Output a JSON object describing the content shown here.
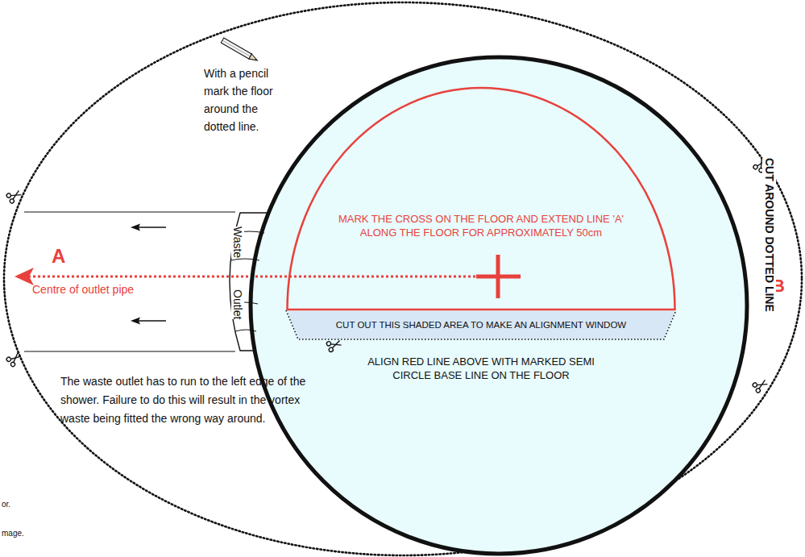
{
  "diagram": {
    "nodes": [
      {
        "text": [
          "ALIGN RED LINE ABOVE WITH MARKED SEMI CIRCLE BASE LINE ON THE FLOOR"
        ]
      },
      {
        "text": [
          "MARK THE CROSS ON THE FLOOR AND EXTEND LINE 'A' ALONG THE FLOOR FOR APPROXIMATELY 50cm"
        ],
        "in": 0
      },
      {
        "text": [
          "CUT OUT THIS SHADED AREA TO MAKE AN ALIGNMENT WINDOW"
        ],
        "in": 0
      },
      {
        "text": [
          "Waste",
          "Outlet"
        ]
      }
    ],
    "labels": [
      "With a pencil mark the floor around the dotted line.",
      "A",
      "Centre of outlet pipe",
      "B",
      "The waste outlet has to run to the left edge of the shower. Failure to do this will result in the vortex waste being fitted the wrong way around.",
      "CUT AROUND DOTTED LINE",
      "or.",
      "mage."
    ]
  }
}
